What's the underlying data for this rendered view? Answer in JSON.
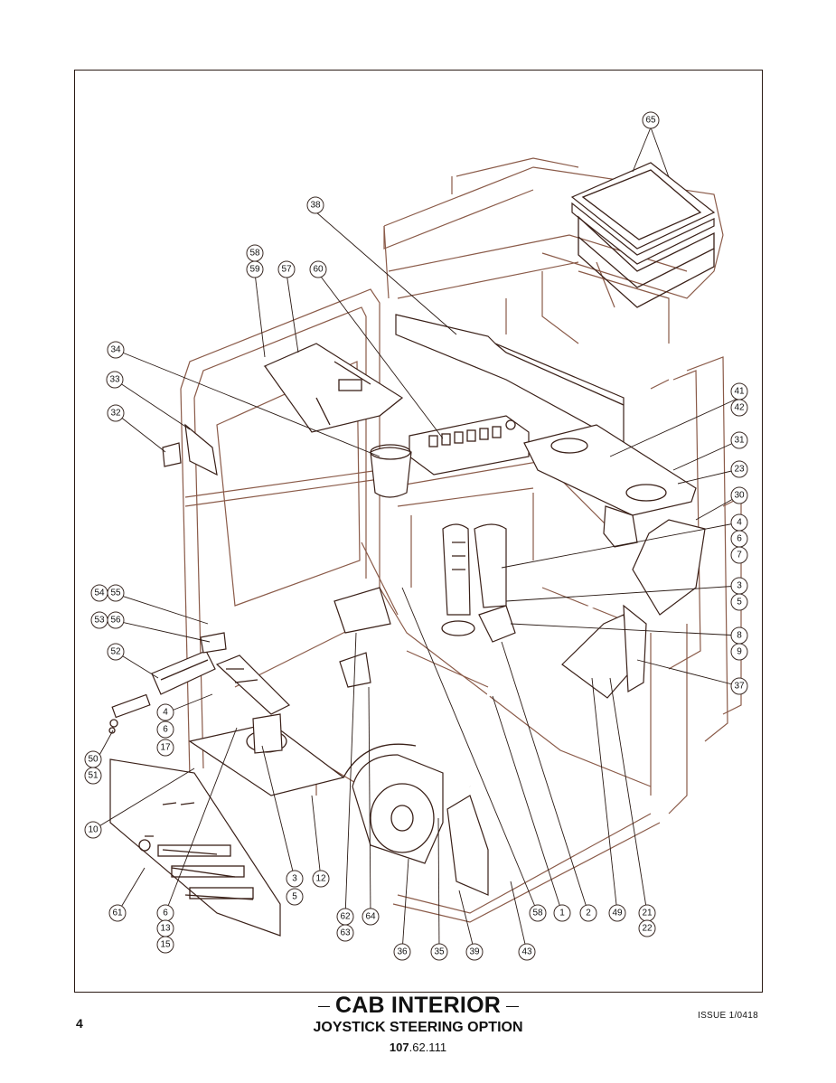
{
  "title": "CAB INTERIOR",
  "subtitle": "JOYSTICK STEERING OPTION",
  "doc_number_bold": "107",
  "doc_number_rest": ".62.111",
  "page_number": "4",
  "issue": "ISSUE 1/0418",
  "callouts": [
    {
      "id": "c65",
      "label": "65"
    },
    {
      "id": "c38",
      "label": "38"
    },
    {
      "id": "c58a",
      "label": "58"
    },
    {
      "id": "c59",
      "label": "59"
    },
    {
      "id": "c57",
      "label": "57"
    },
    {
      "id": "c60",
      "label": "60"
    },
    {
      "id": "c34",
      "label": "34"
    },
    {
      "id": "c33",
      "label": "33"
    },
    {
      "id": "c32",
      "label": "32"
    },
    {
      "id": "c41",
      "label": "41"
    },
    {
      "id": "c42",
      "label": "42"
    },
    {
      "id": "c31",
      "label": "31"
    },
    {
      "id": "c23",
      "label": "23"
    },
    {
      "id": "c30",
      "label": "30"
    },
    {
      "id": "c4a",
      "label": "4"
    },
    {
      "id": "c6a",
      "label": "6"
    },
    {
      "id": "c7",
      "label": "7"
    },
    {
      "id": "c3a",
      "label": "3"
    },
    {
      "id": "c5a",
      "label": "5"
    },
    {
      "id": "c8",
      "label": "8"
    },
    {
      "id": "c9",
      "label": "9"
    },
    {
      "id": "c37",
      "label": "37"
    },
    {
      "id": "c54",
      "label": "54"
    },
    {
      "id": "c55",
      "label": "55"
    },
    {
      "id": "c53",
      "label": "53"
    },
    {
      "id": "c56",
      "label": "56"
    },
    {
      "id": "c52",
      "label": "52"
    },
    {
      "id": "c4b",
      "label": "4"
    },
    {
      "id": "c6b",
      "label": "6"
    },
    {
      "id": "c17",
      "label": "17"
    },
    {
      "id": "c50",
      "label": "50"
    },
    {
      "id": "c51",
      "label": "51"
    },
    {
      "id": "c10",
      "label": "10"
    },
    {
      "id": "c3b",
      "label": "3"
    },
    {
      "id": "c5b",
      "label": "5"
    },
    {
      "id": "c12",
      "label": "12"
    },
    {
      "id": "c61",
      "label": "61"
    },
    {
      "id": "c6c",
      "label": "6"
    },
    {
      "id": "c13",
      "label": "13"
    },
    {
      "id": "c15",
      "label": "15"
    },
    {
      "id": "c62",
      "label": "62"
    },
    {
      "id": "c63",
      "label": "63"
    },
    {
      "id": "c64",
      "label": "64"
    },
    {
      "id": "c58b",
      "label": "58"
    },
    {
      "id": "c1",
      "label": "1"
    },
    {
      "id": "c2",
      "label": "2"
    },
    {
      "id": "c49",
      "label": "49"
    },
    {
      "id": "c21",
      "label": "21"
    },
    {
      "id": "c22",
      "label": "22"
    },
    {
      "id": "c36",
      "label": "36"
    },
    {
      "id": "c35",
      "label": "35"
    },
    {
      "id": "c39",
      "label": "39"
    },
    {
      "id": "c43",
      "label": "43"
    }
  ]
}
